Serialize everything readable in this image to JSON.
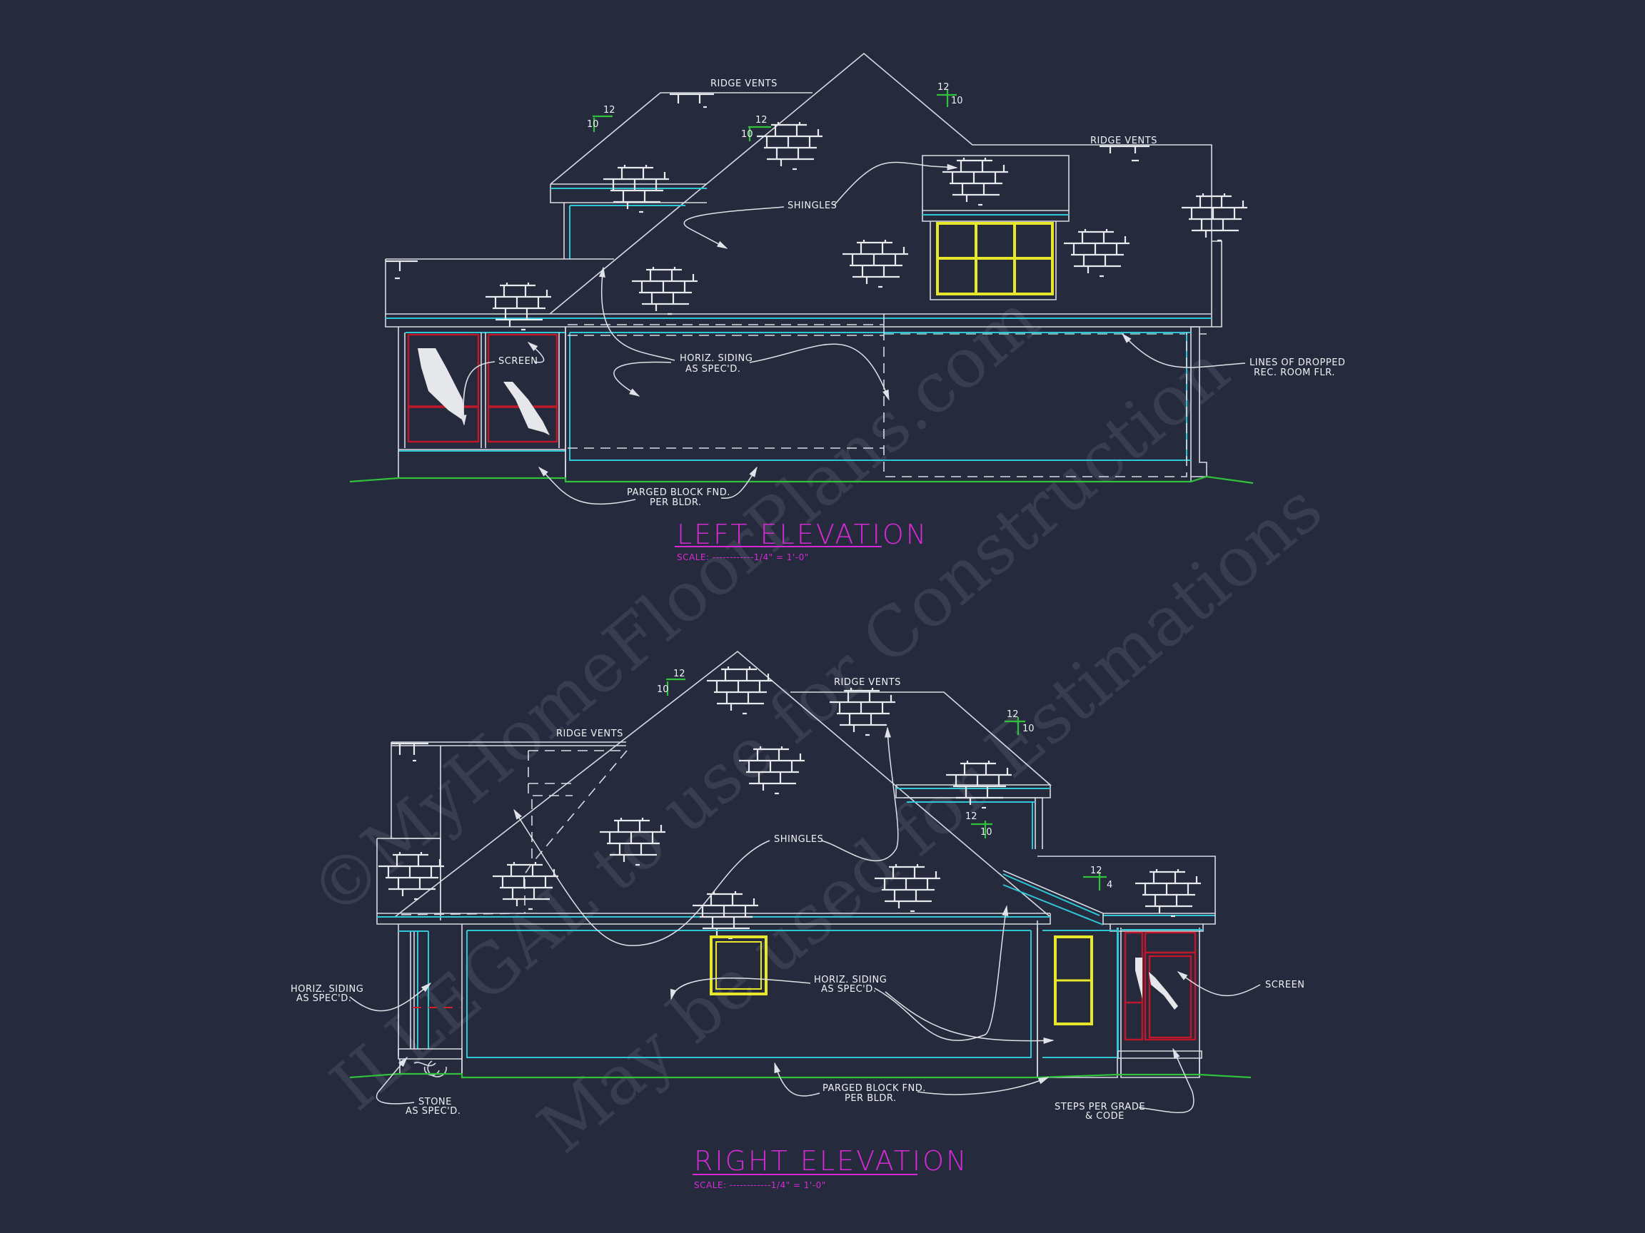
{
  "drawing": {
    "background": "#252a3c",
    "colors": {
      "lines": "#d8dbe2",
      "trim": "#2fc6d6",
      "windows": "#e6e62a",
      "screen_doors": "#c0182a",
      "grade": "#2fc23a",
      "titles": "#d62ad6"
    }
  },
  "watermark": {
    "line1": "©MyHomeFloorPlans.com",
    "line2": "ILLEGAL to use for Construction",
    "line3": "May be used for Estimations"
  },
  "left_elevation": {
    "title": "LEFT ELEVATION",
    "scale": "SCALE: ------------1/4\" = 1'-0\"",
    "labels": {
      "ridge_vents_1": "RIDGE VENTS",
      "ridge_vents_2": "RIDGE VENTS",
      "shingles": "SHINGLES",
      "screen": "SCREEN",
      "horiz_siding_1": "HORIZ. SIDING",
      "horiz_siding_2": "AS SPEC'D.",
      "dropped_1": "LINES OF DROPPED",
      "dropped_2": "REC. ROOM FLR.",
      "parged_1": "PARGED BLOCK FND.",
      "parged_2": "PER BLDR."
    },
    "pitches": [
      {
        "rise": "10",
        "run": "12"
      },
      {
        "rise": "10",
        "run": "12"
      },
      {
        "rise": "10",
        "run": "12"
      }
    ]
  },
  "right_elevation": {
    "title": "RIGHT ELEVATION",
    "scale": "SCALE: ------------1/4\" = 1'-0\"",
    "labels": {
      "ridge_vents_1": "RIDGE VENTS",
      "ridge_vents_2": "RIDGE VENTS",
      "shingles": "SHINGLES",
      "horiz_siding_left_1": "HORIZ. SIDING",
      "horiz_siding_left_2": "AS SPEC'D.",
      "horiz_siding_center_1": "HORIZ. SIDING",
      "horiz_siding_center_2": "AS SPEC'D.",
      "screen": "SCREEN",
      "stone_1": "STONE",
      "stone_2": "AS SPEC'D.",
      "parged_1": "PARGED BLOCK FND.",
      "parged_2": "PER BLDR.",
      "steps_1": "STEPS PER GRADE",
      "steps_2": "& CODE"
    },
    "pitches": [
      {
        "rise": "10",
        "run": "12"
      },
      {
        "rise": "10",
        "run": "12"
      },
      {
        "rise": "10",
        "run": "12"
      },
      {
        "rise": "4",
        "run": "12"
      }
    ]
  }
}
